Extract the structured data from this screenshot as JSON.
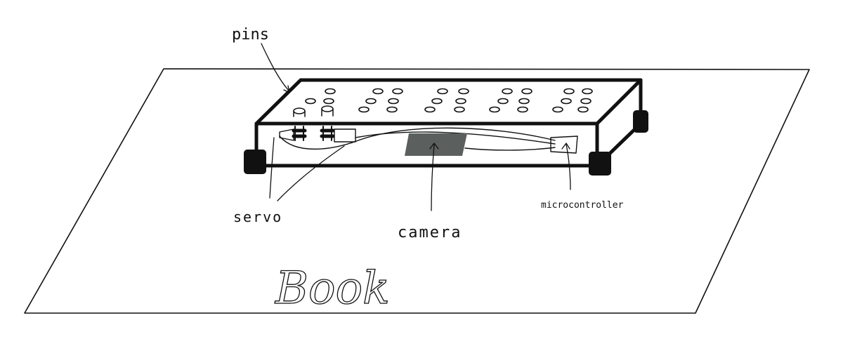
{
  "labels": {
    "pins": "pins",
    "servo": "servo",
    "camera": "camera",
    "microcontroller": "microcontroller",
    "book": "Book"
  },
  "colors": {
    "ink": "#111111",
    "camera_fill": "#5b605f",
    "paper": "#ffffff"
  }
}
